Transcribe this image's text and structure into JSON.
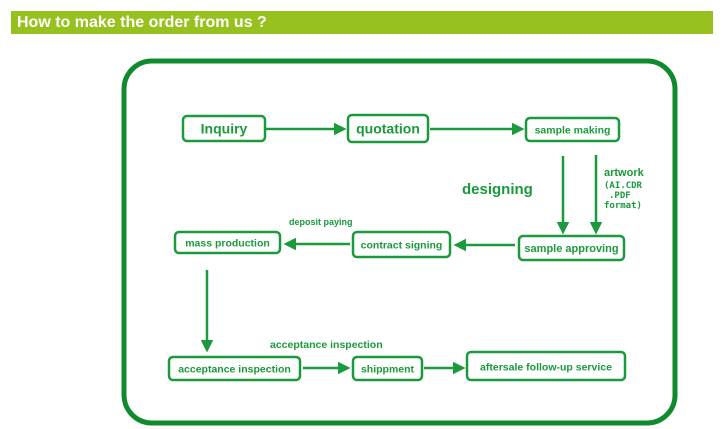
{
  "header": {
    "title": "How to make the order from us ?"
  },
  "colors": {
    "header_bg": "#97c11f",
    "diagram_green": "#1a9a3c",
    "frame_green": "#0f8a2d"
  },
  "flow": {
    "nodes": {
      "inquiry": "Inquiry",
      "quotation": "quotation",
      "sample_making": "sample making",
      "sample_approving": "sample approving",
      "contract_signing": "contract signing",
      "mass_production": "mass production",
      "acceptance_inspection": "acceptance inspection",
      "shippment": "shippment",
      "aftersale": "aftersale follow-up service"
    },
    "annotations": {
      "designing": "designing",
      "artwork_title": "artwork",
      "artwork_line1": "(AI.CDR",
      "artwork_line2": ".PDF",
      "artwork_line3": "format)",
      "deposit_paying": "deposit paying",
      "acceptance_inspection_note": "acceptance inspection"
    }
  }
}
